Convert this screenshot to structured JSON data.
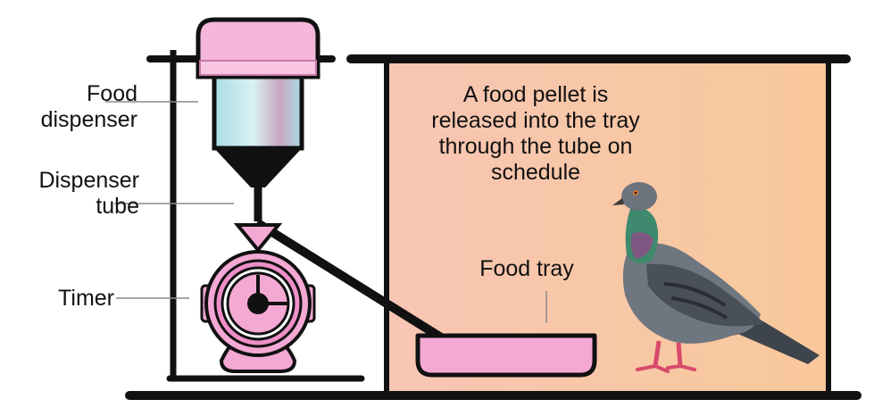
{
  "labels": {
    "food_dispenser": [
      "Food",
      "dispenser"
    ],
    "dispenser_tube": [
      "Dispenser",
      "tube"
    ],
    "timer": "Timer",
    "caption": [
      "A food pellet is",
      "released into the tray",
      "through the tube on",
      "schedule"
    ],
    "food_tray": "Food tray"
  },
  "colors": {
    "frame": "#111111",
    "chamber_left": "#f8c6b4",
    "chamber_right": "#f8c89a",
    "pink": "#f4a8d4",
    "pink_dark": "#e07cb8",
    "dispenser_glass": "#bfe6ea",
    "pigeon_body": "#6e7680",
    "pigeon_neck": "#3f8a6e"
  }
}
